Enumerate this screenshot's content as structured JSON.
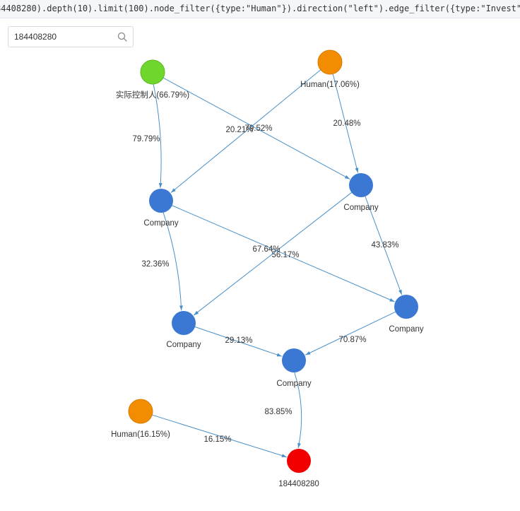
{
  "query": {
    "text": "84408280).depth(10).limit(100).node_filter({type:\"Human\"}).direction(\"left\").edge_filter({type:\"Invest\""
  },
  "search": {
    "value": "184408280"
  },
  "colors": {
    "edge": "#4a90c8",
    "company": "#3a78d4",
    "human": "#f28c00",
    "controller": "#6fd62c",
    "target": "#f20000"
  },
  "graph": {
    "nodes": [
      {
        "id": "controller",
        "label": "实际控制人(66.79%)",
        "kind": "controller"
      },
      {
        "id": "human1",
        "label": "Human(17.06%)",
        "kind": "human"
      },
      {
        "id": "c1",
        "label": "Company",
        "kind": "company"
      },
      {
        "id": "c2",
        "label": "Company",
        "kind": "company"
      },
      {
        "id": "c3",
        "label": "Company",
        "kind": "company"
      },
      {
        "id": "c4",
        "label": "Company",
        "kind": "company"
      },
      {
        "id": "c5",
        "label": "Company",
        "kind": "company"
      },
      {
        "id": "human2",
        "label": "Human(16.15%)",
        "kind": "human"
      },
      {
        "id": "target",
        "label": "184408280",
        "kind": "target"
      }
    ],
    "edges": [
      {
        "from": "controller",
        "to": "c2",
        "label": "79.79%"
      },
      {
        "from": "controller",
        "to": "c1",
        "label": "79.52%"
      },
      {
        "from": "human1",
        "to": "c2",
        "label": "20.21%"
      },
      {
        "from": "human1",
        "to": "c1",
        "label": "20.48%"
      },
      {
        "from": "c2",
        "to": "c3",
        "label": "32.36%"
      },
      {
        "from": "c2",
        "to": "c4",
        "label": "56.17%"
      },
      {
        "from": "c1",
        "to": "c3",
        "label": "67.64%"
      },
      {
        "from": "c1",
        "to": "c4",
        "label": "43.83%"
      },
      {
        "from": "c3",
        "to": "c5",
        "label": "29.13%"
      },
      {
        "from": "c4",
        "to": "c5",
        "label": "70.87%"
      },
      {
        "from": "c5",
        "to": "target",
        "label": "83.85%"
      },
      {
        "from": "human2",
        "to": "target",
        "label": "16.15%"
      }
    ]
  }
}
